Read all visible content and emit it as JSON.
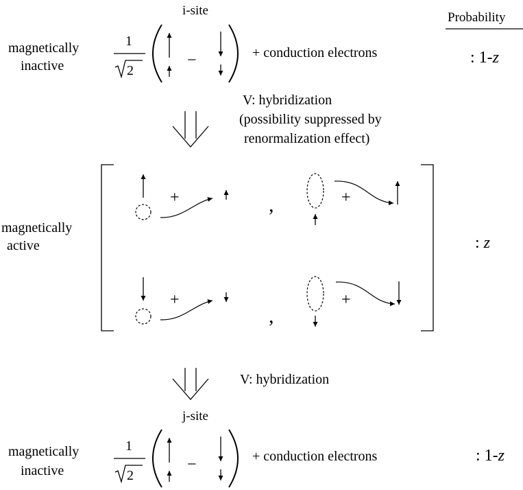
{
  "header": {
    "probability": "Probability"
  },
  "i_state": {
    "site": "i-site",
    "label_line1": "magnetically",
    "label_line2": "inactive",
    "coef_num": "1",
    "coef_den": "2",
    "minus": "−",
    "suffix": "+ conduction electrons",
    "prob_prefix": ": 1-",
    "prob_var": "z"
  },
  "step1": {
    "line1": "V: hybridization",
    "line2": "(possibility suppressed by",
    "line3": "renormalization effect)"
  },
  "active": {
    "label_line1": "magnetically",
    "label_line2": "active",
    "plus": "+",
    "comma": ",",
    "prob_prefix": ": ",
    "prob_var": "z"
  },
  "step2": {
    "line1": "V: hybridization"
  },
  "j_state": {
    "site": "j-site",
    "label_line1": "magnetically",
    "label_line2": "inactive",
    "coef_num": "1",
    "coef_den": "2",
    "minus": "−",
    "suffix": "+ conduction electrons",
    "prob_prefix": ": 1-",
    "prob_var": "z"
  }
}
